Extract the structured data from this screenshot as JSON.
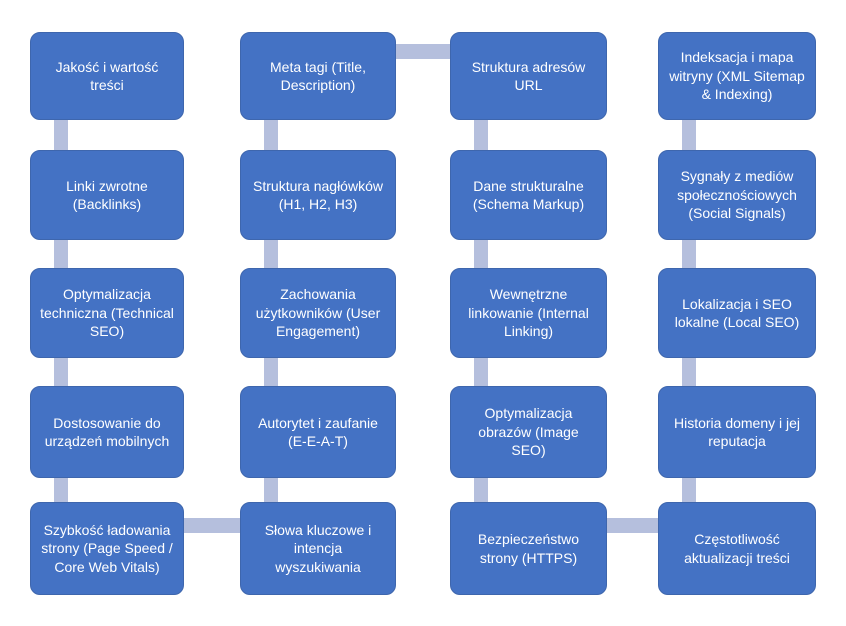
{
  "diagram": {
    "description": "SEO ranking factors process flow diagram, 4 columns x 5 rows of blue rounded boxes connected in a serpentine path",
    "box_color": "#4472c4",
    "box_border_color": "#3e66ad",
    "connector_color": "#b5bfdd",
    "text_color": "#ffffff",
    "background_color": "#ffffff",
    "columns": [
      {
        "boxes": [
          {
            "label": "Jakość i wartość treści"
          },
          {
            "label": "Linki zwrotne (Backlinks)"
          },
          {
            "label": "Optymalizacja techniczna (Technical SEO)"
          },
          {
            "label": "Dostosowanie do urządzeń mobilnych"
          },
          {
            "label": "Szybkość ładowania strony (Page Speed / Core Web Vitals)"
          }
        ]
      },
      {
        "boxes": [
          {
            "label": "Meta tagi (Title, Description)"
          },
          {
            "label": "Struktura nagłówków (H1, H2, H3)"
          },
          {
            "label": "Zachowania użytkowników (User Engagement)"
          },
          {
            "label": "Autorytet i zaufanie (E-E-A-T)"
          },
          {
            "label": "Słowa kluczowe i intencja wyszukiwania"
          }
        ]
      },
      {
        "boxes": [
          {
            "label": "Struktura adresów URL"
          },
          {
            "label": "Dane strukturalne (Schema Markup)"
          },
          {
            "label": "Wewnętrzne linkowanie (Internal Linking)"
          },
          {
            "label": "Optymalizacja obrazów (Image SEO)"
          },
          {
            "label": "Bezpieczeństwo strony (HTTPS)"
          }
        ]
      },
      {
        "boxes": [
          {
            "label": "Indeksacja i mapa witryny (XML Sitemap & Indexing)"
          },
          {
            "label": "Sygnały z mediów społecznościowych (Social Signals)"
          },
          {
            "label": "Lokalizacja i SEO lokalne (Local SEO)"
          },
          {
            "label": "Historia domeny i jej reputacja"
          },
          {
            "label": "Częstotliwość aktualizacji treści"
          }
        ]
      }
    ],
    "connections": {
      "vertical": "between every pair of consecutive boxes within each column",
      "horizontal": [
        "column1-row5 to column2-row5",
        "column2-row1 to column3-row1",
        "column3-row5 to column4-row5"
      ]
    }
  }
}
